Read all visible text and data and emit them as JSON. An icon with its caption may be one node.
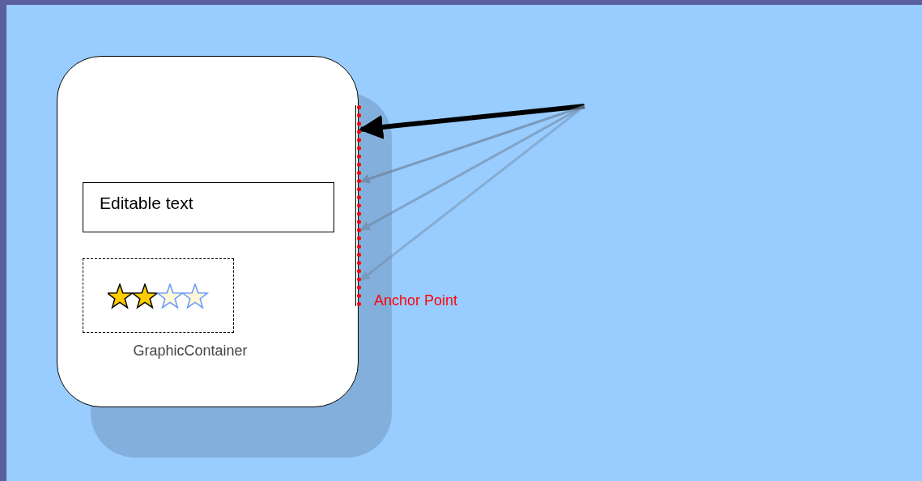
{
  "diagram": {
    "nodes": [
      {
        "text": [],
        "shape": "box"
      },
      {
        "text": [
          "Editable text"
        ],
        "in": 0
      },
      {
        "text": [],
        "shape": "box",
        "beside": [
          "GraphicContainer"
        ],
        "in": 0
      },
      {
        "text": [],
        "shape": "bar",
        "beside": [
          "Anchor Point"
        ]
      }
    ],
    "edges": [
      {
        "from": null,
        "to": 3,
        "arrow": "to",
        "style": "thick",
        "color": "#000000"
      },
      {
        "from": null,
        "to": 3,
        "arrow": "to"
      },
      {
        "from": null,
        "to": 3,
        "arrow": "to"
      },
      {
        "from": null,
        "to": 3,
        "arrow": "to"
      }
    ]
  }
}
